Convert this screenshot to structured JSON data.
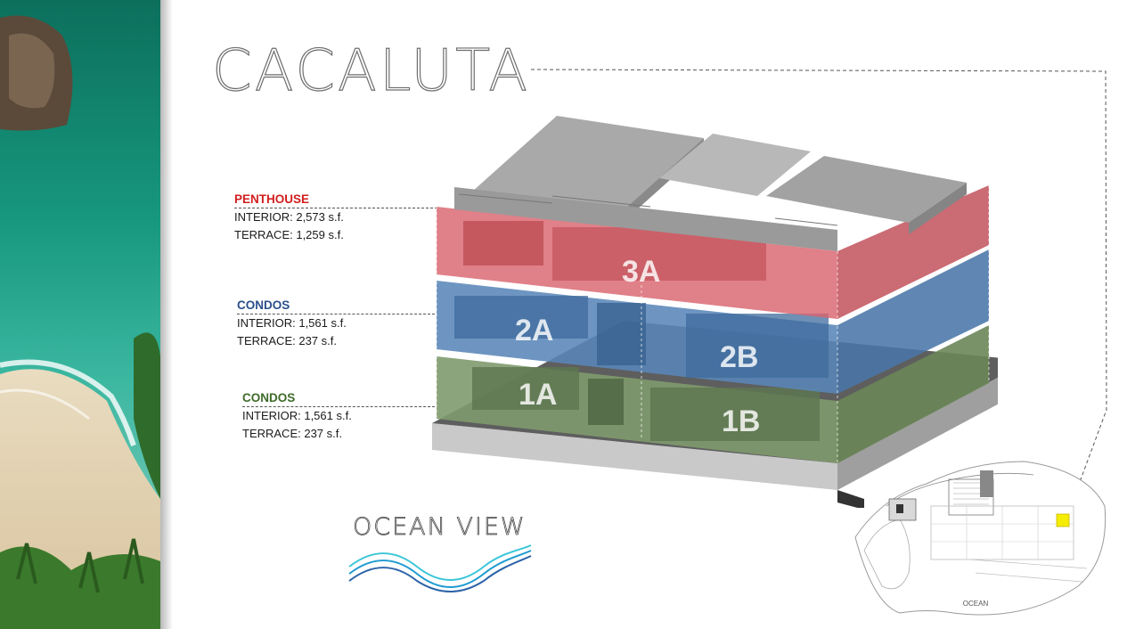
{
  "title": "CACALUTA",
  "levels": [
    {
      "heading": "PENTHOUSE",
      "color": "#d21e1e",
      "interior": "INTERIOR: 2,573 s.f.",
      "terrace": "TERRACE: 1,259 s.f."
    },
    {
      "heading": "CONDOS",
      "color": "#2b4f8c",
      "interior": "INTERIOR: 1,561 s.f.",
      "terrace": "TERRACE: 237 s.f."
    },
    {
      "heading": "CONDOS",
      "color": "#3f6b2a",
      "interior": "INTERIOR: 1,561 s.f.",
      "terrace": "TERRACE: 237 s.f."
    }
  ],
  "units": [
    "3A",
    "2A",
    "2B",
    "1A",
    "1B"
  ],
  "view_label": "OCEAN VIEW",
  "site_plan_label": "OCEAN",
  "colors": {
    "penthouse": "#d9646e",
    "condos_2": "#5a86b8",
    "condos_1": "#7f9a6d",
    "marker": "#f5ec00"
  }
}
